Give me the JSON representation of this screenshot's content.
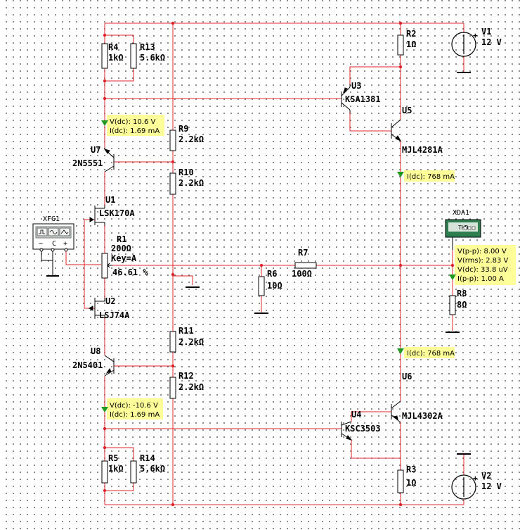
{
  "colors": {
    "wire": "#e0242a",
    "probe_bg": "#ffff99",
    "probe_arrow": "#1f9a1f",
    "instrument": "#2e7d4f"
  },
  "instruments": {
    "xfg1": "XFG1",
    "xda1": "XDA1",
    "xda1_screen": "THD"
  },
  "components": {
    "r4": {
      "name": "R4",
      "value": "1kΩ"
    },
    "r13": {
      "name": "R13",
      "value": "5.6kΩ"
    },
    "r2": {
      "name": "R2",
      "value": "1Ω"
    },
    "v1": {
      "name": "V1",
      "value": "12 V"
    },
    "u3": {
      "name": "U3",
      "value": "KSA1381"
    },
    "u5": {
      "name": "U5",
      "value": "MJL4281A"
    },
    "r9": {
      "name": "R9",
      "value": "2.2kΩ"
    },
    "u7": {
      "name": "U7",
      "value": "2N5551"
    },
    "r10": {
      "name": "R10",
      "value": "2.2kΩ"
    },
    "u1": {
      "name": "U1",
      "value": "LSK170A"
    },
    "r1": {
      "name": "R1",
      "value": "200Ω",
      "key": "Key=A",
      "setting": "46.61 %"
    },
    "r6": {
      "name": "R6",
      "value": "10Ω"
    },
    "r7": {
      "name": "R7",
      "value": "100Ω"
    },
    "r8": {
      "name": "R8",
      "value": "8Ω"
    },
    "u2": {
      "name": "U2",
      "value": "LSJ74A"
    },
    "r11": {
      "name": "R11",
      "value": "2.2kΩ"
    },
    "u8": {
      "name": "U8",
      "value": "2N5401"
    },
    "r12": {
      "name": "R12",
      "value": "2.2kΩ"
    },
    "u6": {
      "name": "U6",
      "value": "MJL4302A"
    },
    "u4": {
      "name": "U4",
      "value": "KSC3503"
    },
    "r5": {
      "name": "R5",
      "value": "1kΩ"
    },
    "r14": {
      "name": "R14",
      "value": "5.6kΩ"
    },
    "r3": {
      "name": "R3",
      "value": "1Ω"
    },
    "v2": {
      "name": "V2",
      "value": "12 V"
    }
  },
  "probes": {
    "p1": [
      "V(dc): 10.6 V",
      "I(dc): 1.69 mA"
    ],
    "p2": [
      "I(dc): 768 mA"
    ],
    "p3": [
      "V(p-p): 8.00 V",
      "V(rms): 2.83 V",
      "V(dc): 33.8 uV",
      "I(p-p): 1.00 A"
    ],
    "p4": [
      "I(dc): 768 mA"
    ],
    "p5": [
      "V(dc): -10.6 V",
      "I(dc): 1.69 mA"
    ]
  }
}
